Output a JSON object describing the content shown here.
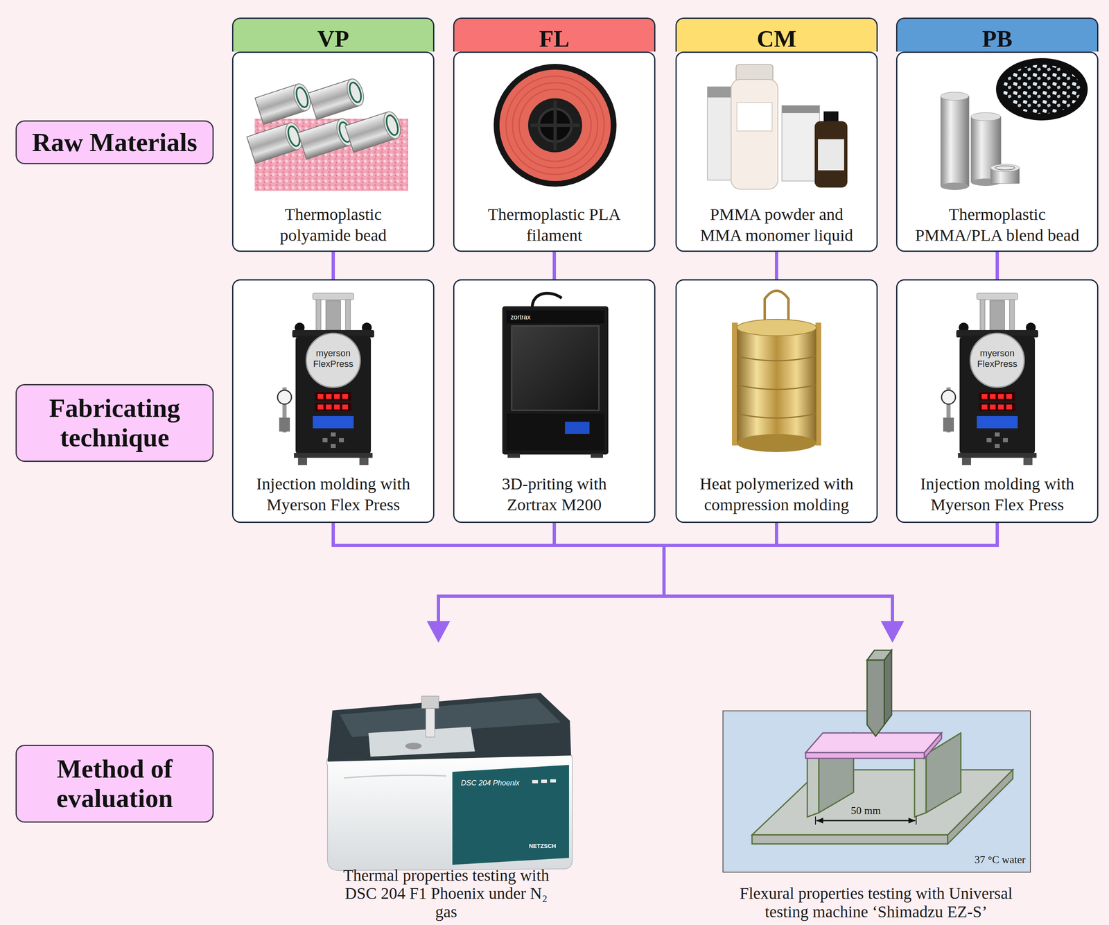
{
  "diagram": {
    "nodes": [
      {
        "text": [
          "Raw Materials"
        ]
      },
      {
        "text": [
          "VP"
        ]
      },
      {
        "text": [
          "FL"
        ]
      },
      {
        "text": [
          "CM"
        ]
      },
      {
        "text": [
          "PB"
        ]
      },
      {
        "text": [
          "Thermoplastic polyamide bead"
        ]
      },
      {
        "text": [
          "Thermoplastic PLA filament"
        ]
      },
      {
        "text": [
          "PMMA powder and MMA monomer liquid"
        ]
      },
      {
        "text": [
          "Thermoplastic PMMA/PLA blend bead"
        ]
      },
      {
        "text": [
          "Fabricating technique"
        ]
      },
      {
        "text": [
          "Injection molding with Myerson Flex Press"
        ]
      },
      {
        "text": [
          "3D-priting with Zortrax M200"
        ]
      },
      {
        "text": [
          "Heat polymerized with compression molding"
        ]
      },
      {
        "text": [
          "Injection molding with Myerson Flex Press"
        ]
      },
      {
        "text": [
          "Method of evaluation"
        ]
      },
      {
        "text": [
          "Thermal properties testing with DSC 204 F1 Phoenix under N₂ gas"
        ]
      },
      {
        "text": [
          "Flexural properties testing with Universal testing machine ‘Shimadzu EZ-S’"
        ]
      }
    ],
    "edges": [
      {
        "from": 5,
        "to": 10,
        "arrow": "none"
      },
      {
        "from": 6,
        "to": 11,
        "arrow": "none"
      },
      {
        "from": 7,
        "to": 12,
        "arrow": "none"
      },
      {
        "from": 8,
        "to": 13,
        "arrow": "none"
      },
      {
        "from": 10,
        "to": 15,
        "arrow": "to"
      },
      {
        "from": 10,
        "to": 16,
        "arrow": "to"
      },
      {
        "from": 11,
        "to": 15,
        "arrow": "to"
      },
      {
        "from": 11,
        "to": 16,
        "arrow": "to"
      },
      {
        "from": 12,
        "to": 15,
        "arrow": "to"
      },
      {
        "from": 12,
        "to": 16,
        "arrow": "to"
      },
      {
        "from": 13,
        "to": 15,
        "arrow": "to"
      },
      {
        "from": 13,
        "to": 16,
        "arrow": "to"
      }
    ],
    "labels": [
      "myerson FlexPress",
      "zortrax",
      "myerson FlexPress",
      "DSC 204 Phoenix",
      "NETZSCH",
      "50 mm",
      "37 °C water"
    ]
  }
}
